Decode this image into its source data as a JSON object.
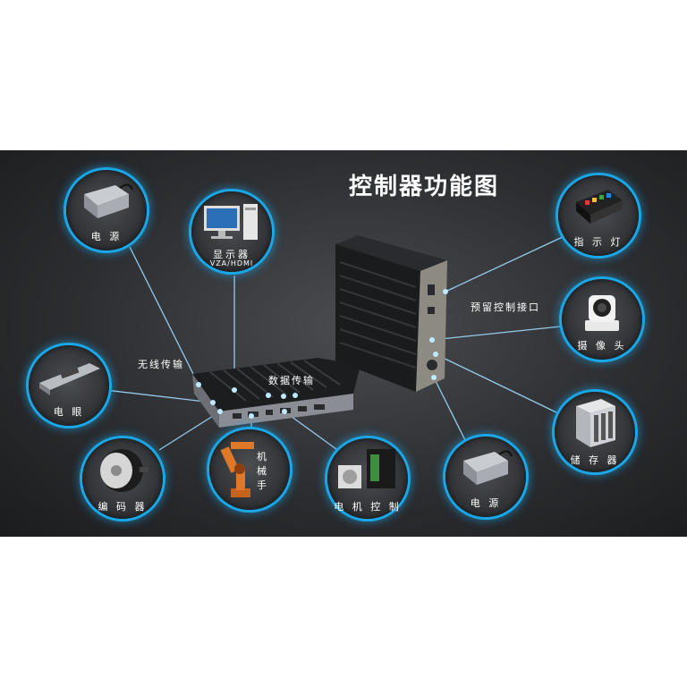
{
  "title": "控制器功能图",
  "labels": {
    "power_top": "电 源",
    "display": "显示器",
    "display_sub": "VZA/HDMI",
    "indicator": "指 示 灯",
    "reserved_port": "预留控制接口",
    "camera": "摄 像 头",
    "wireless": "无线传输",
    "data_transfer": "数据传输",
    "electric_eye": "电 眼",
    "storage": "储 存 器",
    "encoder": "编 码 器",
    "robot_arm_1": "机",
    "robot_arm_2": "械",
    "robot_arm_3": "手",
    "motor_control": "电 机 控 制",
    "power_bottom": "电 源"
  },
  "colors": {
    "accent": "#1aa7e8",
    "line": "#8fd8ff",
    "text": "#ffffff"
  }
}
